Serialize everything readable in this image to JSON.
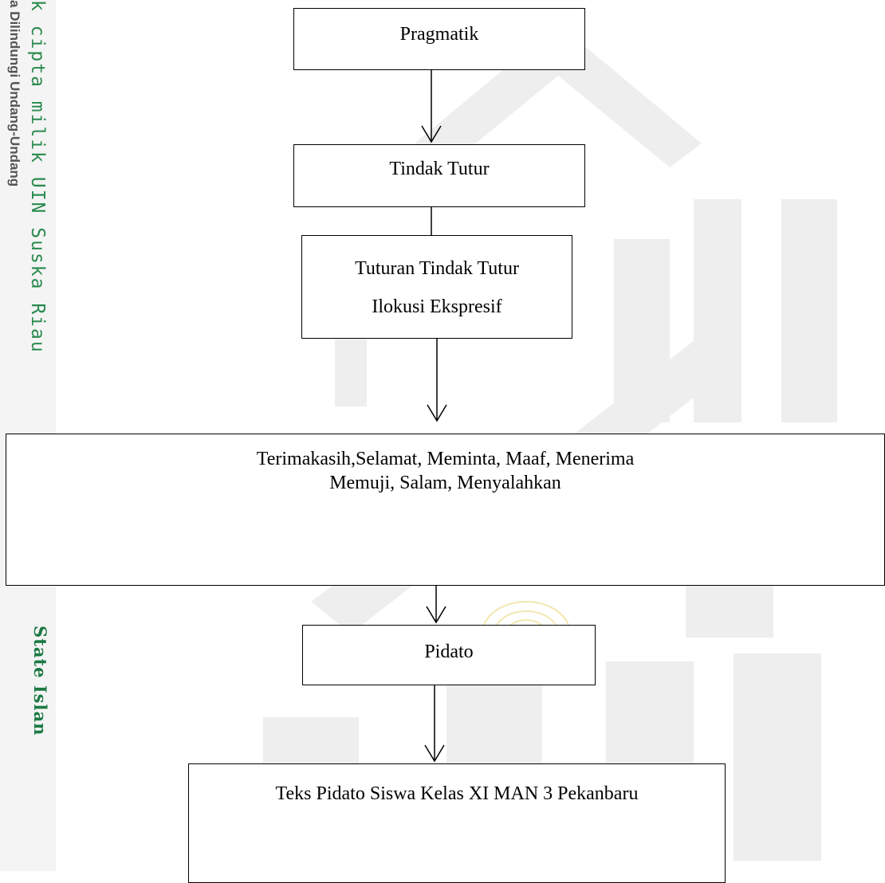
{
  "sidebar": {
    "law_text": "a Dilindungi Undang-Undang",
    "copyright_text": "k cipta milik UIN Suska Riau",
    "institution_text": "State Islan"
  },
  "diagram": {
    "node_pragmatik": "Pragmatik",
    "node_tindak_tutur": "Tindak Tutur",
    "node_tuturan_line1": "Tuturan Tindak Tutur",
    "node_tuturan_line2": "Ilokusi Ekspresif",
    "node_categories_line1": "Terimakasih,Selamat, Meminta, Maaf, Menerima",
    "node_categories_line2": "Memuji, Salam, Menyalahkan",
    "node_pidato": "Pidato",
    "node_teks": "Teks Pidato Siswa Kelas XI MAN 3 Pekanbaru"
  },
  "colors": {
    "sidebar_green": "#2a8a4e",
    "watermark_gray": "#eeeeee",
    "watermark_gold": "#f3e7b0"
  }
}
